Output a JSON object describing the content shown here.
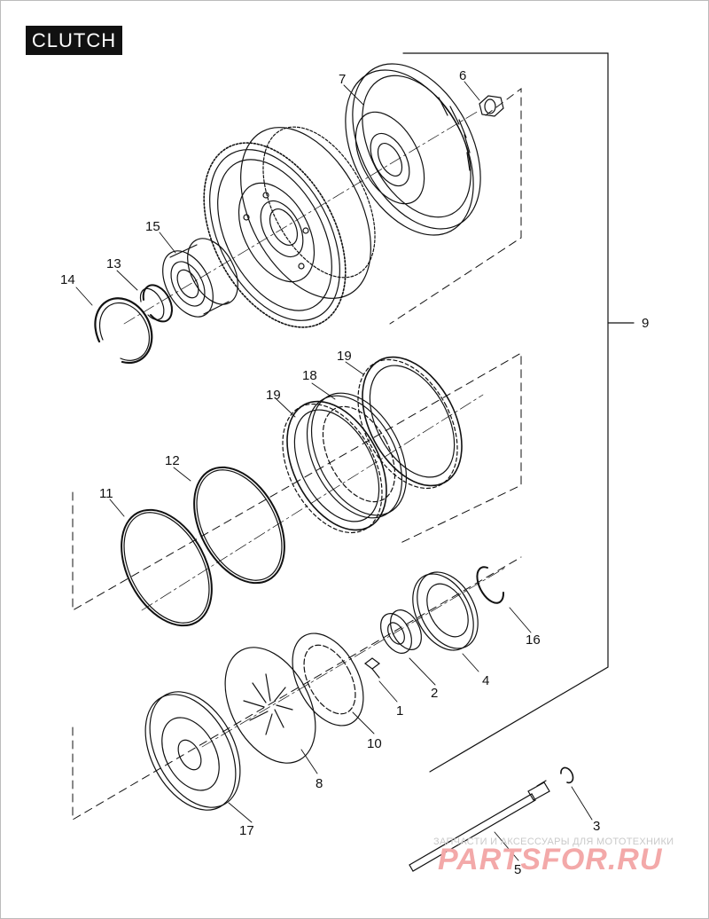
{
  "title": "CLUTCH",
  "watermark": {
    "subtitle": "ЗАПЧАСТИ И АКСЕССУАРЫ ДЛЯ МОТОТЕХНИКИ",
    "brand": "PARTSFOR.RU"
  },
  "callouts": {
    "c1": "1",
    "c2": "2",
    "c3": "3",
    "c4": "4",
    "c5": "5",
    "c6": "6",
    "c7": "7",
    "c8": "8",
    "c9": "9",
    "c10": "10",
    "c11": "11",
    "c12": "12",
    "c13": "13",
    "c14": "14",
    "c15": "15",
    "c16": "16",
    "c17": "17",
    "c18": "18",
    "c19a": "19",
    "c19b": "19"
  }
}
